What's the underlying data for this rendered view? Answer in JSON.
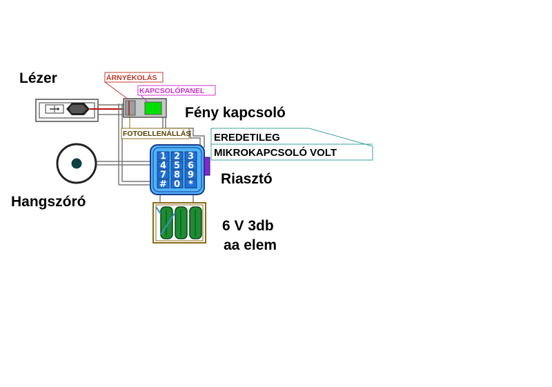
{
  "labels": {
    "laser": "Lézer",
    "light_switch": "Fény kapcsoló",
    "alarm": "Riasztó",
    "speaker": "Hangszóró",
    "battery_line1": "6 V 3db",
    "battery_line2": "aa elem",
    "shielding": "ÁRNYÉKOLÁS",
    "switch_panel": "KAPCSOLÓPANEL",
    "photoresistor": "FOTOELLENÁLLÁS",
    "note_line1": "EREDETILEG",
    "note_line2": "MIKROKAPCSOLÓ VOLT"
  },
  "keypad": {
    "keys": [
      "1",
      "2",
      "3",
      "4",
      "5",
      "6",
      "7",
      "8",
      "9",
      "#",
      "0",
      "*"
    ]
  },
  "colors": {
    "shielding_border": "#c0392b",
    "switch_panel_border": "#cc33cc",
    "photoresistor_border": "#8b6914",
    "note_border": "#3aa0a0",
    "keypad_body": "#4fb3ff",
    "keypad_key": "#1f6fd6",
    "switch_green": "#00e000",
    "battery_green": "#1e8c32"
  }
}
